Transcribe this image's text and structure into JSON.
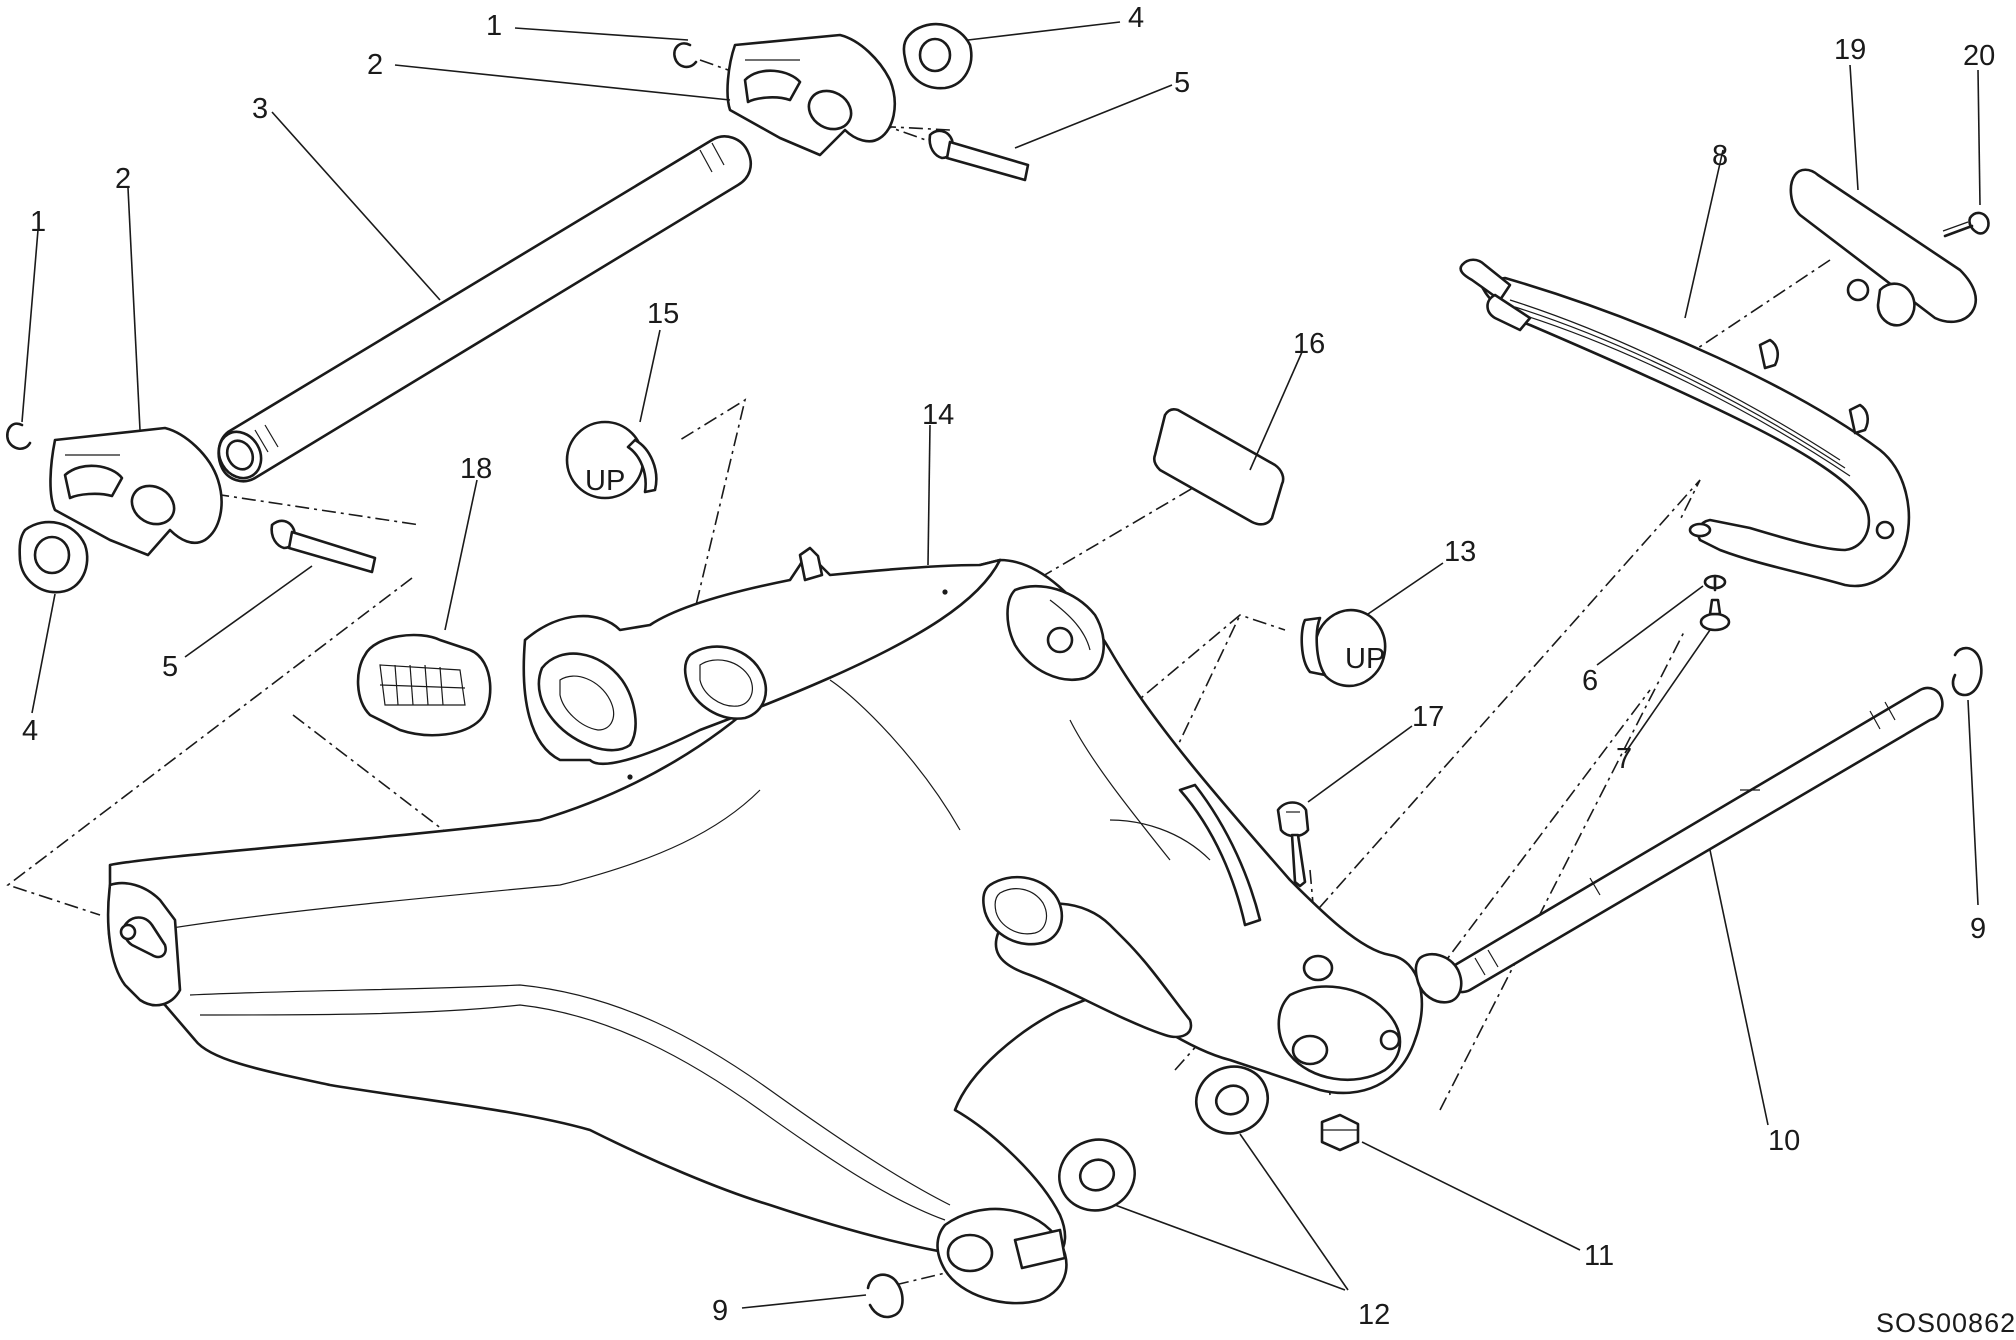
{
  "drawing_code": "SOS00862",
  "callouts": [
    "1",
    "2",
    "3",
    "4",
    "5",
    "1",
    "2",
    "4",
    "5",
    "6",
    "7",
    "8",
    "9",
    "9",
    "10",
    "11",
    "12",
    "13",
    "14",
    "15",
    "16",
    "17",
    "18",
    "19",
    "20"
  ],
  "cap_text": "UP"
}
